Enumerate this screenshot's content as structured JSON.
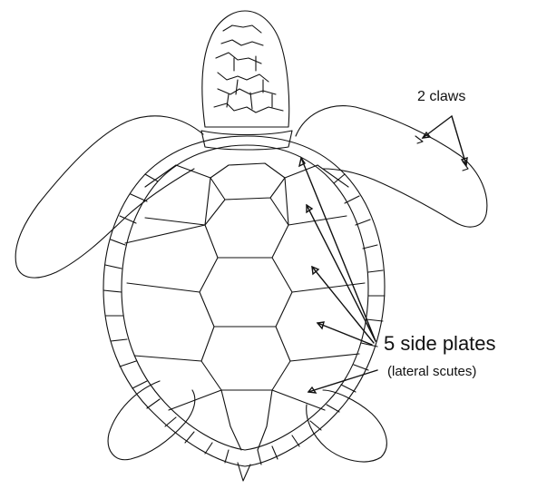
{
  "labels": {
    "claws": "2 claws",
    "side_plates": "5 side plates",
    "lateral_scutes": "(lateral scutes)"
  },
  "colors": {
    "line": "#111111",
    "background": "#ffffff"
  }
}
